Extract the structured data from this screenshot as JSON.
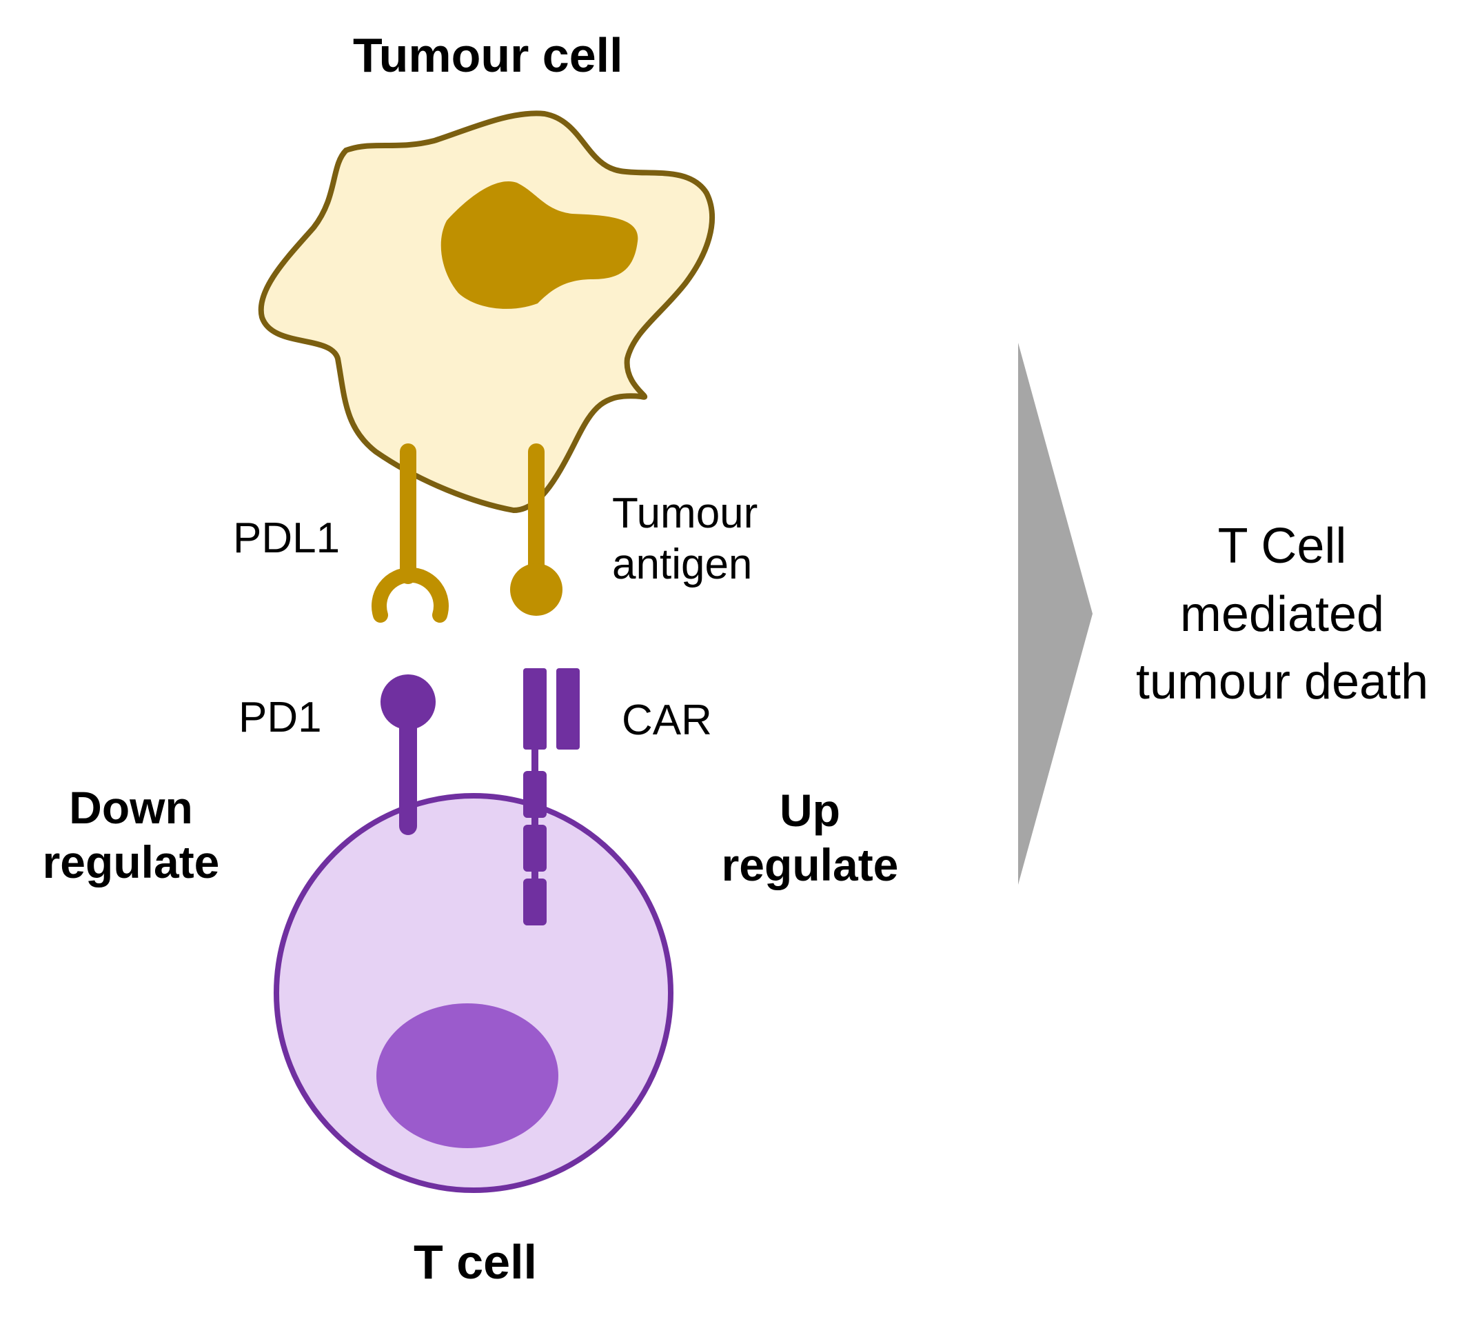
{
  "labels": {
    "tumour_cell": "Tumour cell",
    "t_cell": "T cell",
    "pdl1": "PDL1",
    "pd1": "PD1",
    "tumour_antigen_line1": "Tumour",
    "tumour_antigen_line2": "antigen",
    "car": "CAR",
    "down_line1": "Down",
    "down_line2": "regulate",
    "up_line1": "Up",
    "up_line2": "regulate",
    "result_line1": "T Cell",
    "result_line2": "mediated",
    "result_line3": "tumour death"
  },
  "colors": {
    "tumour_fill": "#fdf2cf",
    "tumour_outline": "#7b5f10",
    "tumour_nucleus": "#bf9000",
    "tumour_receptor": "#bf9000",
    "tcell_fill": "#e6d2f4",
    "tcell_outline": "#7030a0",
    "tcell_nucleus": "#9b5bcc",
    "tcell_receptor": "#7030a0",
    "arrow": "#a6a6a6"
  }
}
